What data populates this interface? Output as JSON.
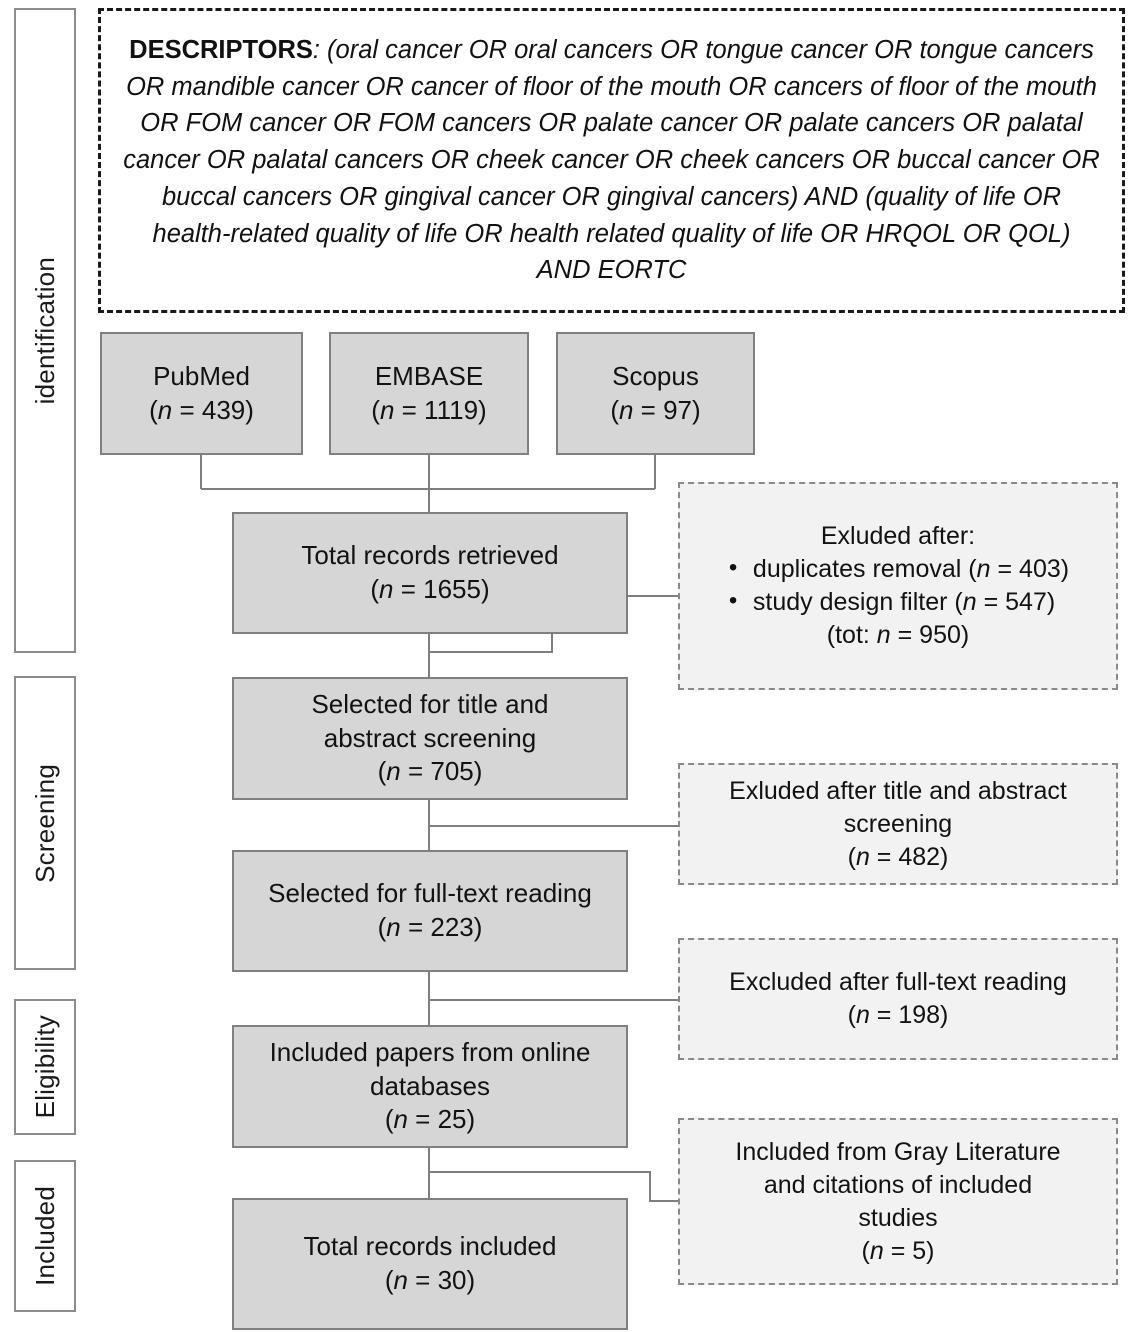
{
  "descriptor": {
    "label": "DESCRIPTORS",
    "query": ": (oral cancer OR oral cancers OR tongue cancer OR tongue cancers OR mandible cancer OR cancer of floor of the mouth OR cancers of floor of the mouth OR FOM cancer OR FOM cancers OR palate cancer OR palate cancers OR palatal cancer OR palatal cancers OR cheek cancer OR cheek cancers OR buccal cancer OR buccal cancers OR gingival cancer OR gingival cancers) AND (quality of life OR health-related quality of life OR health related quality of life OR HRQOL OR QOL) AND EORTC"
  },
  "stages": [
    {
      "name": "identification",
      "label": "identification"
    },
    {
      "name": "screening",
      "label": "Screening"
    },
    {
      "name": "eligibility",
      "label": "Eligibility"
    },
    {
      "name": "included",
      "label": "Included"
    }
  ],
  "sources": [
    {
      "name": "pubmed",
      "label": "PubMed",
      "count": "(n = 439)"
    },
    {
      "name": "embase",
      "label": "EMBASE",
      "count": "(n = 1119)"
    },
    {
      "name": "scopus",
      "label": "Scopus",
      "count": "(n = 97)"
    }
  ],
  "flow": {
    "total_retrieved": {
      "line1": "Total records retrieved",
      "count": "(n = 1655)"
    },
    "title_abstract": {
      "line1": "Selected for title and",
      "line2": "abstract screening",
      "count": "(n = 705)"
    },
    "full_text": {
      "line1": "Selected for full-text reading",
      "count": "(n = 223)"
    },
    "included_online": {
      "line1": "Included papers from online",
      "line2": "databases",
      "count": "(n = 25)"
    },
    "total_included": {
      "line1": "Total records included",
      "count": "(n = 30)"
    }
  },
  "side": {
    "excluded_initial": {
      "heading": "Exluded after:",
      "bullets": [
        "duplicates removal (n = 403)",
        "study design filter (n = 547)"
      ],
      "total": "(tot: n = 950)"
    },
    "excluded_screening": {
      "line1": "Exluded after title and abstract",
      "line2": "screening",
      "count": "(n = 482)"
    },
    "excluded_fulltext": {
      "line1": "Excluded after full-text reading",
      "count": "(n = 198)"
    },
    "gray_literature": {
      "line1": "Included from Gray Literature",
      "line2": "and citations of included",
      "line3": "studies",
      "count": "(n = 5)"
    }
  },
  "colors": {
    "flow_box_fill": "#d6d6d6",
    "flow_box_border": "#808080",
    "side_box_fill": "#f2f2f2",
    "side_box_border": "#8a8a8a",
    "connector": "#7f7f7f",
    "descriptor_border": "#1a1a1a"
  }
}
